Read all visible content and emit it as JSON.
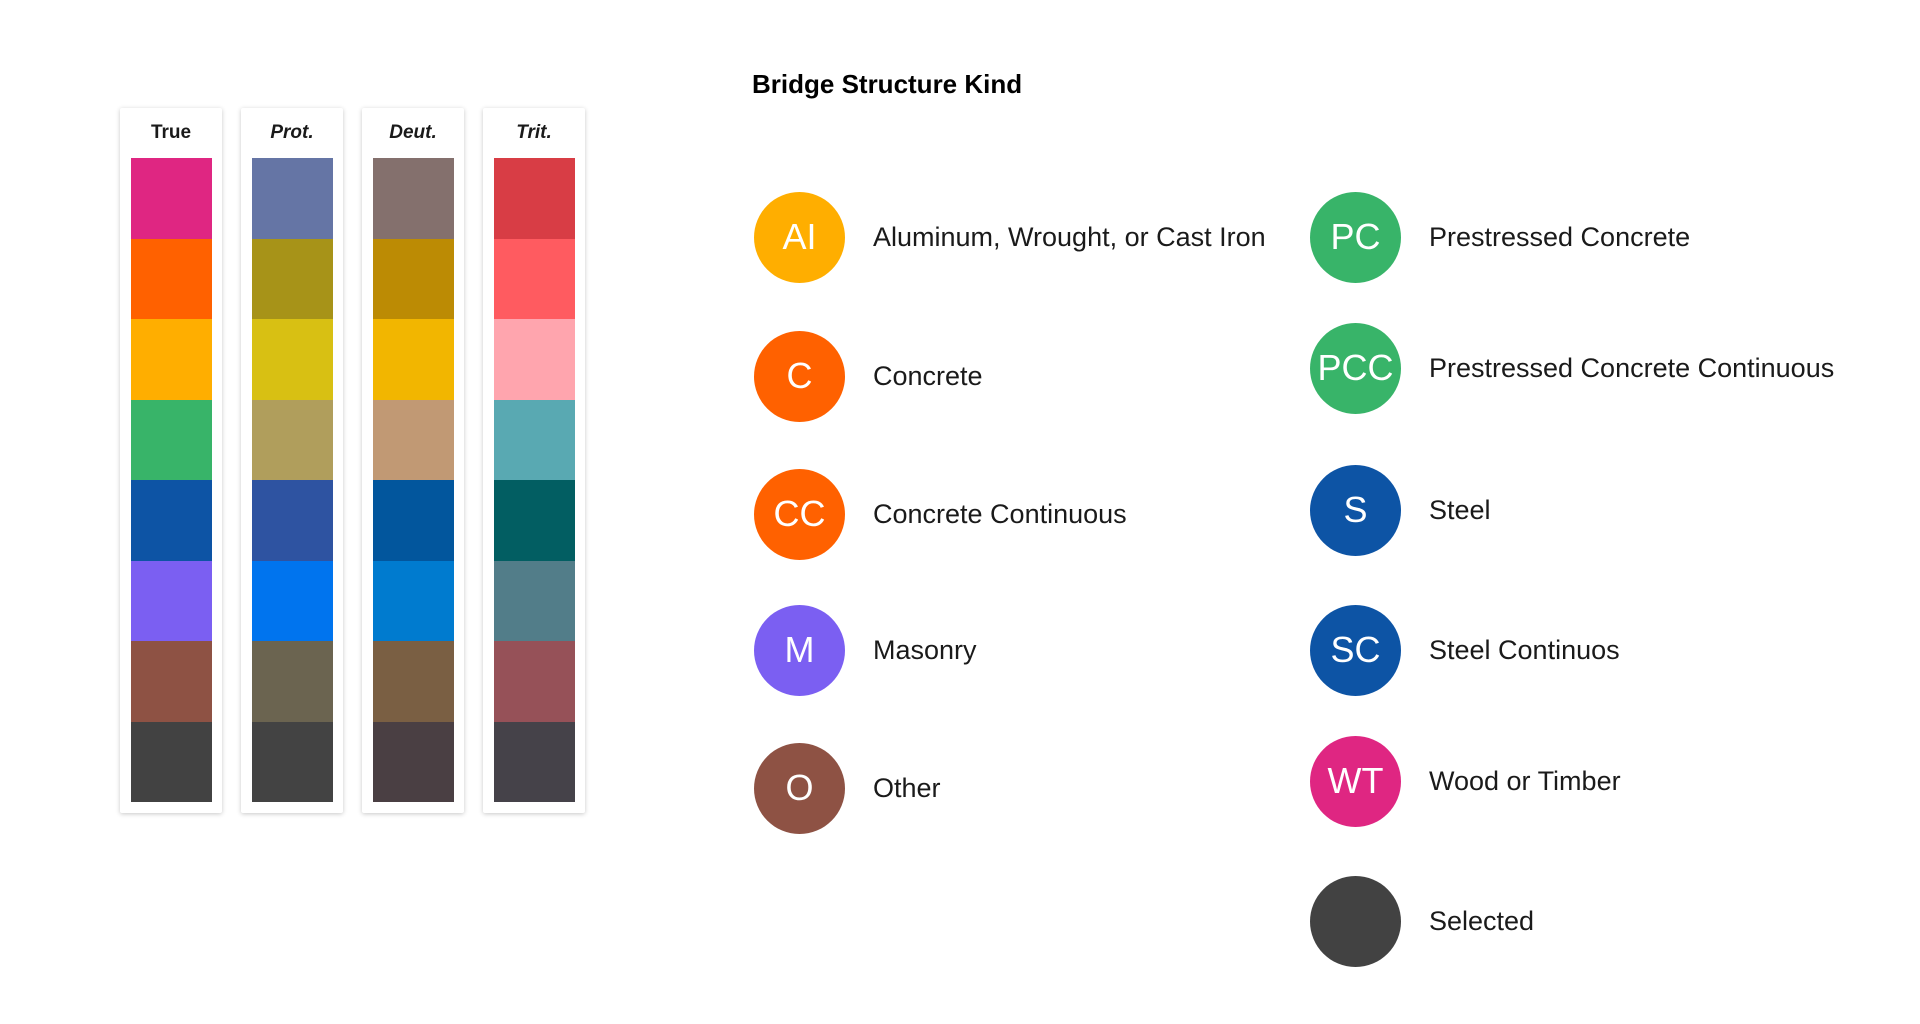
{
  "swatches": {
    "columns": [
      {
        "title": "True",
        "colors": [
          "#DF2682",
          "#FF6100",
          "#FFAE00",
          "#38B469",
          "#0D54A5",
          "#7B5FF2",
          "#8E5244",
          "#424242"
        ]
      },
      {
        "title": "Prot.",
        "colors": [
          "#6575A5",
          "#A79318",
          "#D8C013",
          "#B09E5C",
          "#2E53A1",
          "#0074EE",
          "#6B6450",
          "#434343"
        ]
      },
      {
        "title": "Deut.",
        "colors": [
          "#84706D",
          "#BC8B04",
          "#F2B600",
          "#C19974",
          "#02569D",
          "#007BCF",
          "#7A5F43",
          "#4A3F43"
        ]
      },
      {
        "title": "Trit.",
        "colors": [
          "#D83D45",
          "#FF5B60",
          "#FFA5AE",
          "#59A9B2",
          "#025E62",
          "#527D89",
          "#965158",
          "#454249"
        ]
      }
    ]
  },
  "legend": {
    "title": "Bridge Structure Kind",
    "items": [
      {
        "abbr": "AI",
        "label": "Aluminum, Wrought, or Cast Iron",
        "color": "#FFAE00"
      },
      {
        "abbr": "C",
        "label": "Concrete",
        "color": "#FF6100"
      },
      {
        "abbr": "CC",
        "label": "Concrete Continuous",
        "color": "#FF6100"
      },
      {
        "abbr": "M",
        "label": "Masonry",
        "color": "#7B5FF2"
      },
      {
        "abbr": "O",
        "label": "Other",
        "color": "#8E5244"
      },
      {
        "abbr": "PC",
        "label": "Prestressed Concrete",
        "color": "#38B469"
      },
      {
        "abbr": "PCC",
        "label": "Prestressed Concrete Continuous",
        "color": "#38B469"
      },
      {
        "abbr": "S",
        "label": "Steel",
        "color": "#0D54A5"
      },
      {
        "abbr": "SC",
        "label": "Steel Continuos",
        "color": "#0D54A5"
      },
      {
        "abbr": "WT",
        "label": "Wood or Timber",
        "color": "#DF2682"
      },
      {
        "abbr": "",
        "label": "Selected",
        "color": "#424242"
      }
    ]
  }
}
